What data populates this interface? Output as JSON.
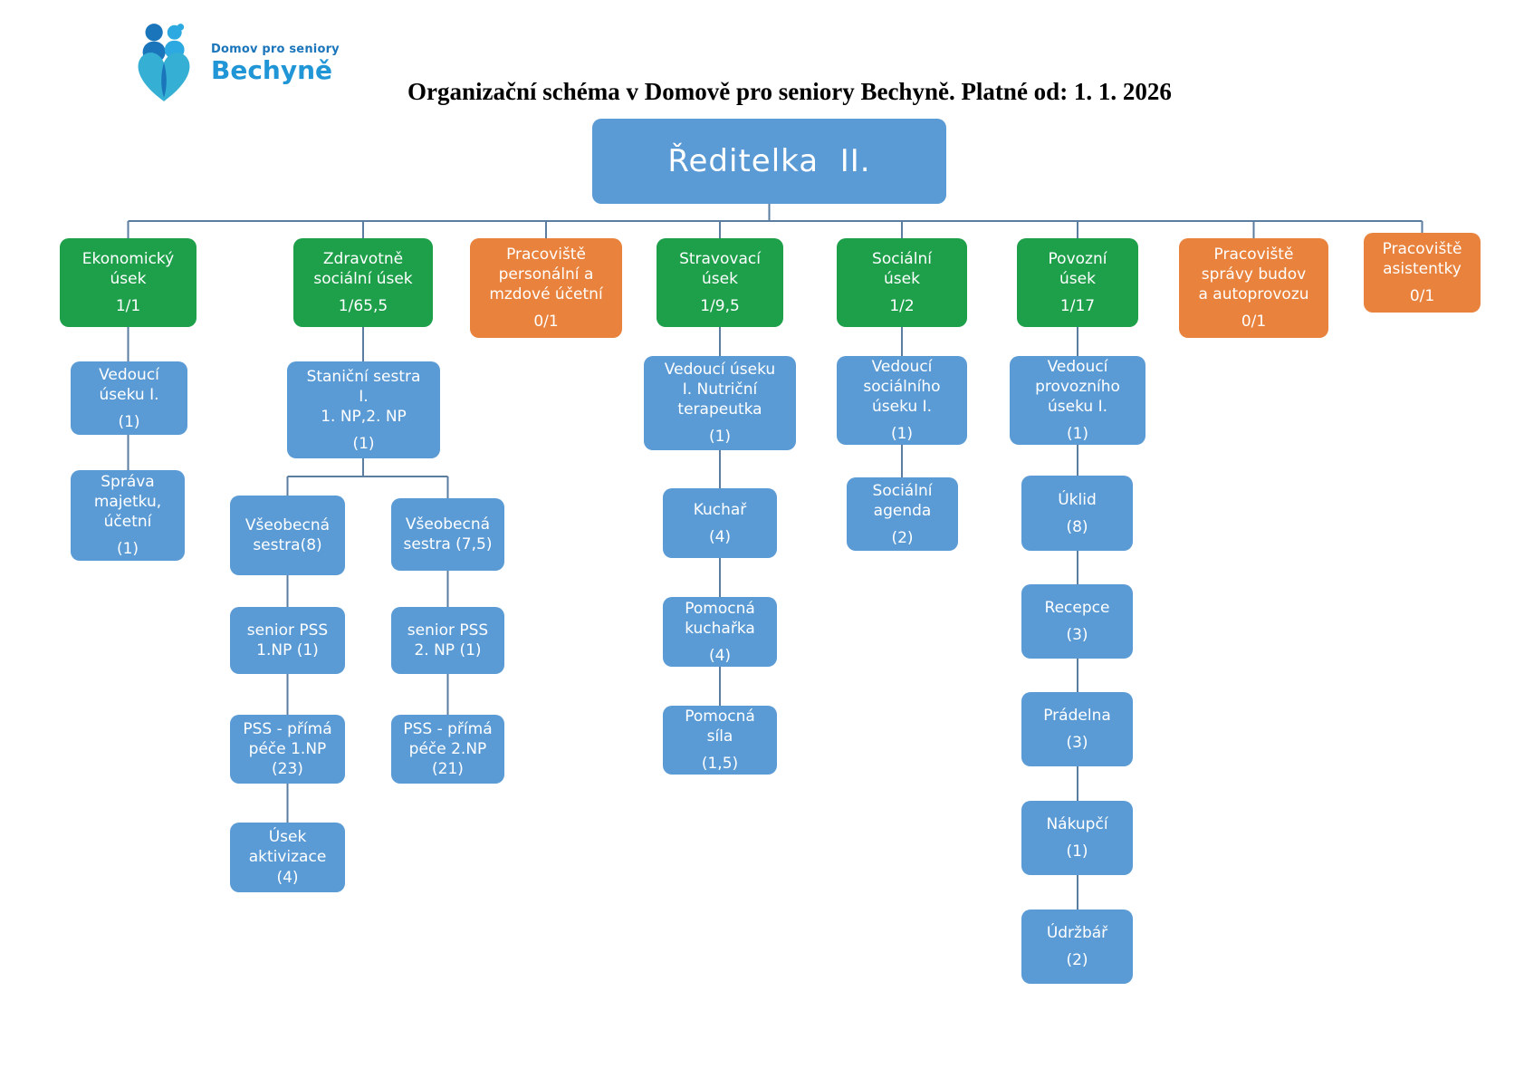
{
  "header": {
    "title": "Organizační schéma v Domově pro seniory Bechyně. Platné od: 1. 1. 2026",
    "logo": {
      "line1": "Domov pro seniory",
      "line2": "Bechyně"
    }
  },
  "colors": {
    "node_blue": "#5b9bd5",
    "node_green": "#1ea04b",
    "node_orange": "#e8823c",
    "connector": "#5b7ea0",
    "logo_dark_blue": "#1b75bb",
    "logo_light_blue": "#2196d6"
  },
  "nodes": {
    "reditelka": {
      "label": "Ředitelka  II.",
      "parent": null
    },
    "ekonomicky": {
      "label": "Ekonomický\núsek",
      "count": "1/1",
      "parent": "reditelka"
    },
    "zdravotne": {
      "label": "Zdravotně\nsociální úsek",
      "count": "1/65,5",
      "parent": "reditelka"
    },
    "personalni": {
      "label": "Pracoviště\npersonální a\nmzdové účetní",
      "count": "0/1",
      "parent": "reditelka"
    },
    "stravovaci": {
      "label": "Stravovací\núsek",
      "count": "1/9,5",
      "parent": "reditelka"
    },
    "socialni": {
      "label": "Sociální\núsek",
      "count": "1/2",
      "parent": "reditelka"
    },
    "povozni": {
      "label": "Povozní\núsek",
      "count": "1/17",
      "parent": "reditelka"
    },
    "spravy_budov": {
      "label": "Pracoviště\nsprávy budov\na autoprovozu",
      "count": "0/1",
      "parent": "reditelka"
    },
    "asistentky": {
      "label": "Pracoviště\nasistentky",
      "count": "0/1",
      "parent": "reditelka"
    },
    "vedouci_useku_1": {
      "label": "Vedoucí\núseku I.",
      "count": "(1)",
      "parent": "ekonomicky"
    },
    "sprava_majetku": {
      "label": "Správa\nmajetku,\núčetní",
      "count": "(1)",
      "parent": "vedouci_useku_1"
    },
    "stanicni_sestra": {
      "label": "Staniční sestra\nI.\n1. NP,2. NP",
      "count": "(1)",
      "parent": "zdravotne"
    },
    "vseobecna_sestra_1": {
      "label": "Všeobecná\nsestra(8)",
      "parent": "stanicni_sestra"
    },
    "vseobecna_sestra_2": {
      "label": "Všeobecná\nsestra (7,5)",
      "parent": "stanicni_sestra"
    },
    "senior_pss_1": {
      "label": "senior PSS\n1.NP (1)",
      "parent": "vseobecna_sestra_1"
    },
    "senior_pss_2": {
      "label": "senior PSS\n2. NP (1)",
      "parent": "vseobecna_sestra_2"
    },
    "pss_prima_1": {
      "label": "PSS - přímá\npéče 1.NP\n(23)",
      "parent": "senior_pss_1"
    },
    "pss_prima_2": {
      "label": "PSS - přímá\npéče 2.NP\n(21)",
      "parent": "senior_pss_2"
    },
    "usek_aktivizace": {
      "label": "Úsek\naktivizace\n(4)",
      "parent": "pss_prima_1"
    },
    "vedouci_nutricni": {
      "label": "Vedoucí úseku\nI. Nutriční\nterapeutka",
      "count": "(1)",
      "parent": "stravovaci"
    },
    "kuchar": {
      "label": "Kuchař",
      "count": "(4)",
      "parent": "vedouci_nutricni"
    },
    "pomocna_kucharka": {
      "label": "Pomocná\nkuchařka",
      "count": "(4)",
      "parent": "kuchar"
    },
    "pomocna_sila": {
      "label": "Pomocná\nsíla",
      "count": "(1,5)",
      "parent": "pomocna_kucharka"
    },
    "vedouci_socialniho": {
      "label": "Vedoucí\nsociálního\núseku I.",
      "count": "(1)",
      "parent": "socialni"
    },
    "socialni_agenda": {
      "label": "Sociální\nagenda",
      "count": "(2)",
      "parent": "vedouci_socialniho"
    },
    "vedouci_provozniho": {
      "label": "Vedoucí\nprovozního\núseku I.",
      "count": "(1)",
      "parent": "povozni"
    },
    "uklid": {
      "label": "Úklid",
      "count": "(8)",
      "parent": "vedouci_provozniho"
    },
    "recepce": {
      "label": "Recepce",
      "count": "(3)",
      "parent": "uklid"
    },
    "pradelna": {
      "label": "Prádelna",
      "count": "(3)",
      "parent": "recepce"
    },
    "nakupci": {
      "label": "Nákupčí",
      "count": "(1)",
      "parent": "pradelna"
    },
    "udrzbar": {
      "label": "Údržbář",
      "count": "(2)",
      "parent": "nakupci"
    }
  }
}
